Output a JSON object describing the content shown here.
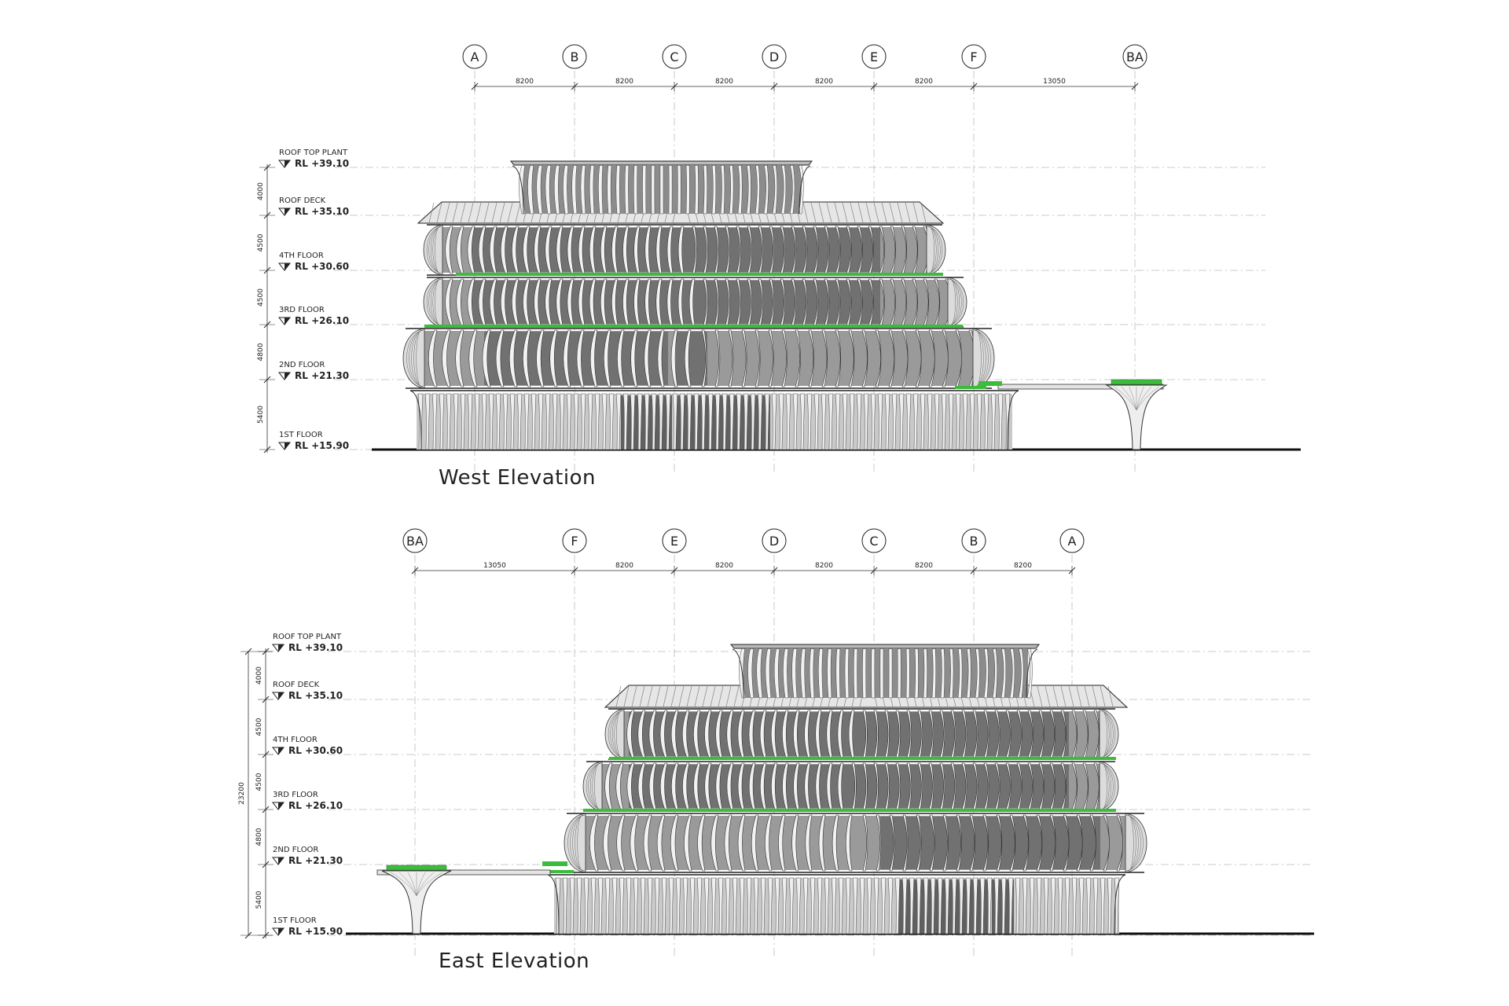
{
  "elevations": [
    {
      "title": "West Elevation",
      "grid_labels": [
        "A",
        "B",
        "C",
        "D",
        "E",
        "F",
        "BA"
      ],
      "spacings": [
        "8200",
        "8200",
        "8200",
        "8200",
        "8200",
        "13050"
      ],
      "levels": [
        {
          "name": "ROOF TOP PLANT",
          "rl": "RL +39.10"
        },
        {
          "name": "ROOF DECK",
          "rl": "RL +35.10"
        },
        {
          "name": "4TH FLOOR",
          "rl": "RL +30.60"
        },
        {
          "name": "3RD FLOOR",
          "rl": "RL +26.10"
        },
        {
          "name": "2ND FLOOR",
          "rl": "RL +21.30"
        },
        {
          "name": "1ST FLOOR",
          "rl": "RL +15.90"
        }
      ],
      "floor_heights": [
        "4000",
        "4500",
        "4500",
        "4800",
        "5400"
      ],
      "overall_height": ""
    },
    {
      "title": "East Elevation",
      "grid_labels": [
        "BA",
        "F",
        "E",
        "D",
        "C",
        "B",
        "A"
      ],
      "spacings": [
        "13050",
        "8200",
        "8200",
        "8200",
        "8200",
        "8200"
      ],
      "levels": [
        {
          "name": "ROOF TOP PLANT",
          "rl": "RL +39.10"
        },
        {
          "name": "ROOF DECK",
          "rl": "RL +35.10"
        },
        {
          "name": "4TH FLOOR",
          "rl": "RL +30.60"
        },
        {
          "name": "3RD FLOOR",
          "rl": "RL +26.10"
        },
        {
          "name": "2ND FLOOR",
          "rl": "RL +21.30"
        },
        {
          "name": "1ST FLOOR",
          "rl": "RL +15.90"
        }
      ],
      "floor_heights": [
        "4000",
        "4500",
        "4500",
        "4800",
        "5400"
      ],
      "overall_height": "23200"
    }
  ],
  "colors": {
    "line": "#222222",
    "grid": "#bbbbbb",
    "planting": "#3dbb3d",
    "fin_light": "#f2f2f2",
    "fin_dark": "#555555",
    "interior": "#6a6a6a"
  }
}
